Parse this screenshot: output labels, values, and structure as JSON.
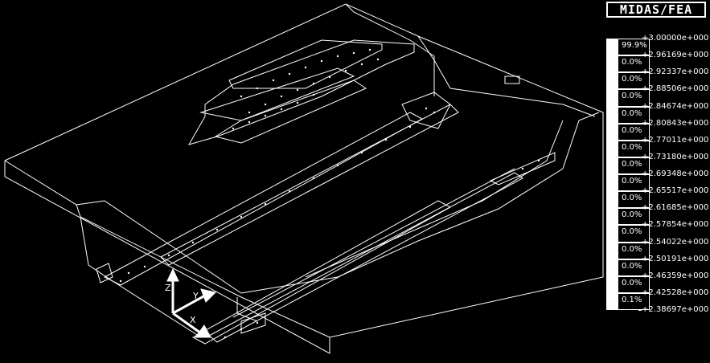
{
  "app": {
    "logo_text": "MIDAS/FEA"
  },
  "legend": {
    "values": [
      "+3.00000e+000",
      "+2.96169e+000",
      "+2.92337e+000",
      "+2.88506e+000",
      "+2.84674e+000",
      "+2.80843e+000",
      "+2.77011e+000",
      "+2.73180e+000",
      "+2.69348e+000",
      "+2.65517e+000",
      "+2.61685e+000",
      "+2.57854e+000",
      "+2.54022e+000",
      "+2.50191e+000",
      "+2.46359e+000",
      "+2.42528e+000",
      "+2.38697e+000"
    ],
    "percentages": [
      "99.9%",
      "0.0%",
      "0.0%",
      "0.0%",
      "0.0%",
      "0.0%",
      "0.0%",
      "0.0%",
      "0.0%",
      "0.0%",
      "0.0%",
      "0.0%",
      "0.0%",
      "0.0%",
      "0.0%",
      "0.1%"
    ]
  },
  "axis": {
    "x_label": "X",
    "y_label": "Y",
    "z_label": "Z"
  },
  "colors": {
    "background": "#000000",
    "wireframe": "#ffffff"
  }
}
